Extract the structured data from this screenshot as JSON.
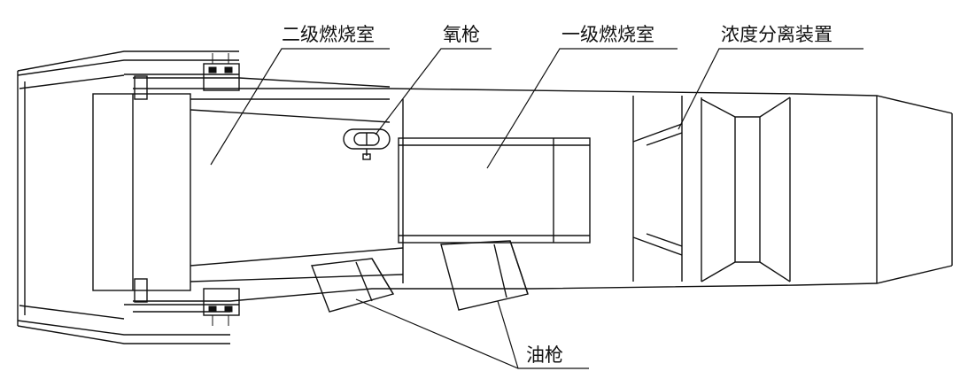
{
  "diagram": {
    "labels": {
      "secondary_chamber": "二级燃烧室",
      "oxygen_lance": "氧枪",
      "primary_chamber": "一级燃烧室",
      "concentration_separator": "浓度分离装置",
      "oil_gun": "油枪"
    },
    "colors": {
      "line": "#111111",
      "background": "#ffffff"
    }
  }
}
